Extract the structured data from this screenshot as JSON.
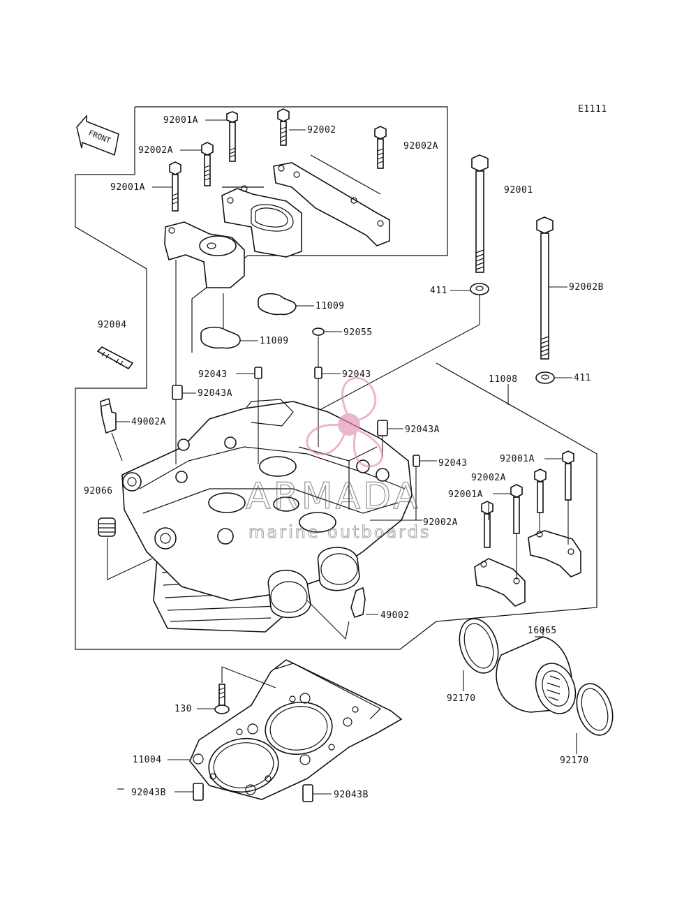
{
  "diagram_code": "E1111",
  "front_label": "FRONT",
  "watermark": {
    "brand": "ARMADA",
    "tagline": "marine outboards",
    "color": "#e38fb4"
  },
  "labels": {
    "l_92001A_a": "92001A",
    "l_92002_a": "92002",
    "l_92002A_a": "92002A",
    "l_92002A_b": "92002A",
    "l_92001A_b": "92001A",
    "l_92001_a": "92001",
    "l_411_a": "411",
    "l_92002B": "92002B",
    "l_411_b": "411",
    "l_11009_a": "11009",
    "l_11009_b": "11009",
    "l_92004": "92004",
    "l_92055": "92055",
    "l_92043_a": "92043",
    "l_92043_b": "92043",
    "l_92043A_a": "92043A",
    "l_49002A": "49002A",
    "l_92043A_b": "92043A",
    "l_11008": "11008",
    "l_92043_c": "92043",
    "l_92001A_c": "92001A",
    "l_92002A_c": "92002A",
    "l_92001A_d": "92001A",
    "l_92002A_d": "92002A",
    "l_92066": "92066",
    "l_49002": "49002",
    "l_16065": "16065",
    "l_92170_a": "92170",
    "l_92170_b": "92170",
    "l_130": "130",
    "l_11004": "11004",
    "l_92043B_a": "92043B",
    "l_92043B_b": "92043B"
  }
}
